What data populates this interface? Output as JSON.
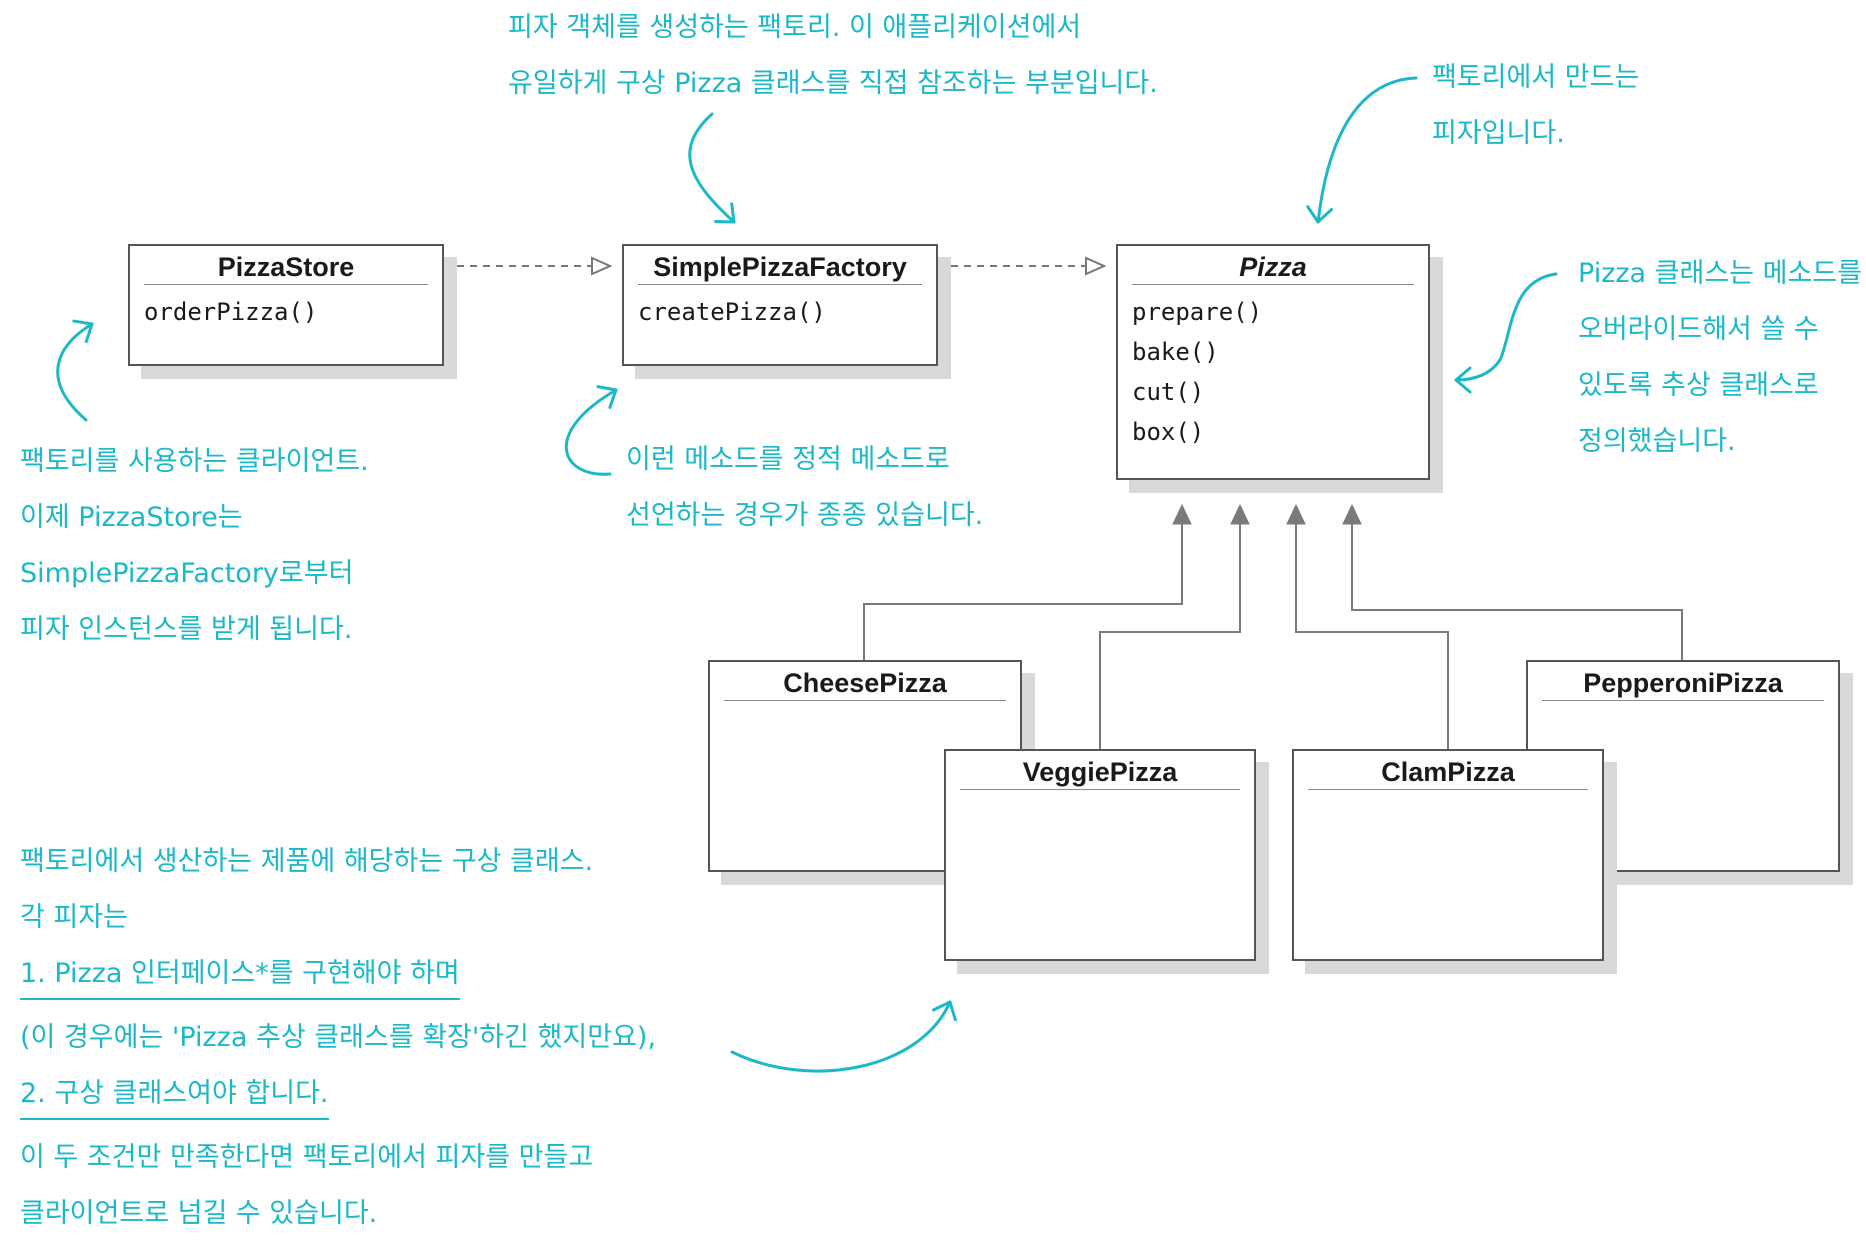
{
  "colors": {
    "annotation": "#1cb8c6",
    "box_border": "#555555",
    "box_shadow": "#d9d9d9",
    "arrow": "#777777"
  },
  "classes": {
    "pizza_store": {
      "name": "PizzaStore",
      "methods": [
        "orderPizza()"
      ]
    },
    "simple_pizza_factory": {
      "name": "SimplePizzaFactory",
      "methods": [
        "createPizza()"
      ]
    },
    "pizza": {
      "name": "Pizza",
      "methods": [
        "prepare()",
        "bake()",
        "cut()",
        "box()"
      ]
    },
    "cheese_pizza": {
      "name": "CheesePizza"
    },
    "veggie_pizza": {
      "name": "VeggiePizza"
    },
    "clam_pizza": {
      "name": "ClamPizza"
    },
    "pepperoni_pizza": {
      "name": "PepperoniPizza"
    }
  },
  "annotations": {
    "factory_note": [
      "피자 객체를 생성하는 팩토리. 이 애플리케이션에서",
      "유일하게 구상 Pizza 클래스를 직접 참조하는 부분입니다."
    ],
    "product_note": [
      "팩토리에서 만드는",
      "피자입니다."
    ],
    "abstract_note": [
      "Pizza 클래스는 메소드를",
      "오버라이드해서 쓸 수",
      "있도록 추상 클래스로",
      "정의했습니다."
    ],
    "client_note": [
      "팩토리를 사용하는 클라이언트.",
      "이제 PizzaStore는",
      "SimplePizzaFactory로부터",
      "피자 인스턴스를 받게 됩니다."
    ],
    "static_note": [
      "이런 메소드를 정적 메소드로",
      "선언하는 경우가 종종 있습니다."
    ],
    "concrete_note": {
      "line1": "팩토리에서 생산하는 제품에 해당하는 구상 클래스.",
      "line2": "각 피자는",
      "line3": "1. Pizza 인터페이스*를 구현해야 하며",
      "line4": "(이 경우에는 'Pizza 추상 클래스를 확장'하긴 했지만요),",
      "line5": "2. 구상 클래스여야 합니다.",
      "line6": "이 두 조건만 만족한다면 팩토리에서 피자를 만들고",
      "line7": "클라이언트로 넘길 수 있습니다."
    }
  }
}
